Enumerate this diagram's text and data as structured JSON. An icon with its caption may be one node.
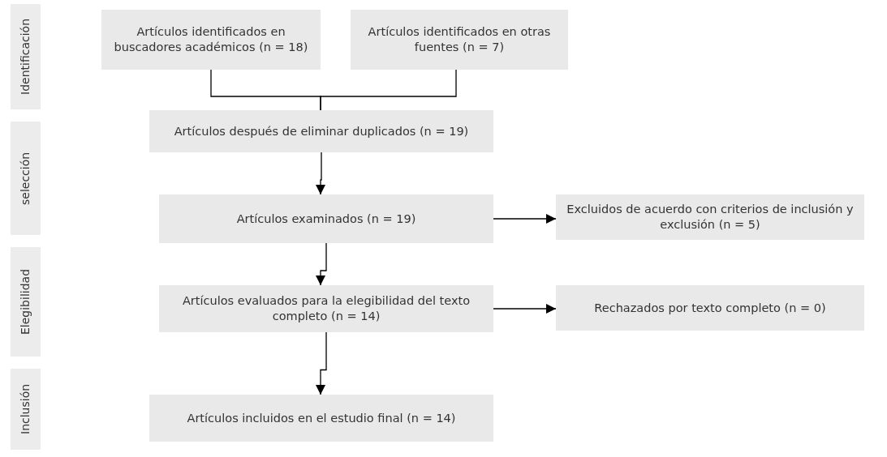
{
  "diagram": {
    "nodes": [
      {
        "text": [
          "Identificación"
        ]
      },
      {
        "text": [
          "selección"
        ]
      },
      {
        "text": [
          "Elegibilidad"
        ]
      },
      {
        "text": [
          "Inclusión"
        ]
      },
      {
        "text": [
          "Artículos identificados en buscadores académicos (n = 18)"
        ]
      },
      {
        "text": [
          "Artículos identificados en otras fuentes (n = 7)"
        ]
      },
      {
        "text": [
          "Artículos después de eliminar duplicados (n = 19)"
        ]
      },
      {
        "text": [
          "Artículos examinados (n = 19)"
        ]
      },
      {
        "text": [
          "Excluidos de acuerdo con criterios de inclusión y exclusión (n = 5)"
        ]
      },
      {
        "text": [
          "Artículos evaluados para la elegibilidad del texto completo (n = 14)"
        ]
      },
      {
        "text": [
          "Rechazados por texto completo (n = 0)"
        ]
      },
      {
        "text": [
          "Artículos incluidos en el estudio final (n = 14)"
        ]
      }
    ],
    "edges": [
      {
        "from": 4,
        "to": 6,
        "arrow": "none"
      },
      {
        "from": 5,
        "to": 6,
        "arrow": "none"
      },
      {
        "from": 6,
        "to": 7,
        "arrow": "to"
      },
      {
        "from": 7,
        "to": 8,
        "arrow": "to"
      },
      {
        "from": 7,
        "to": 9,
        "arrow": "to"
      },
      {
        "from": 9,
        "to": 10,
        "arrow": "to"
      },
      {
        "from": 9,
        "to": 11,
        "arrow": "to"
      }
    ]
  }
}
